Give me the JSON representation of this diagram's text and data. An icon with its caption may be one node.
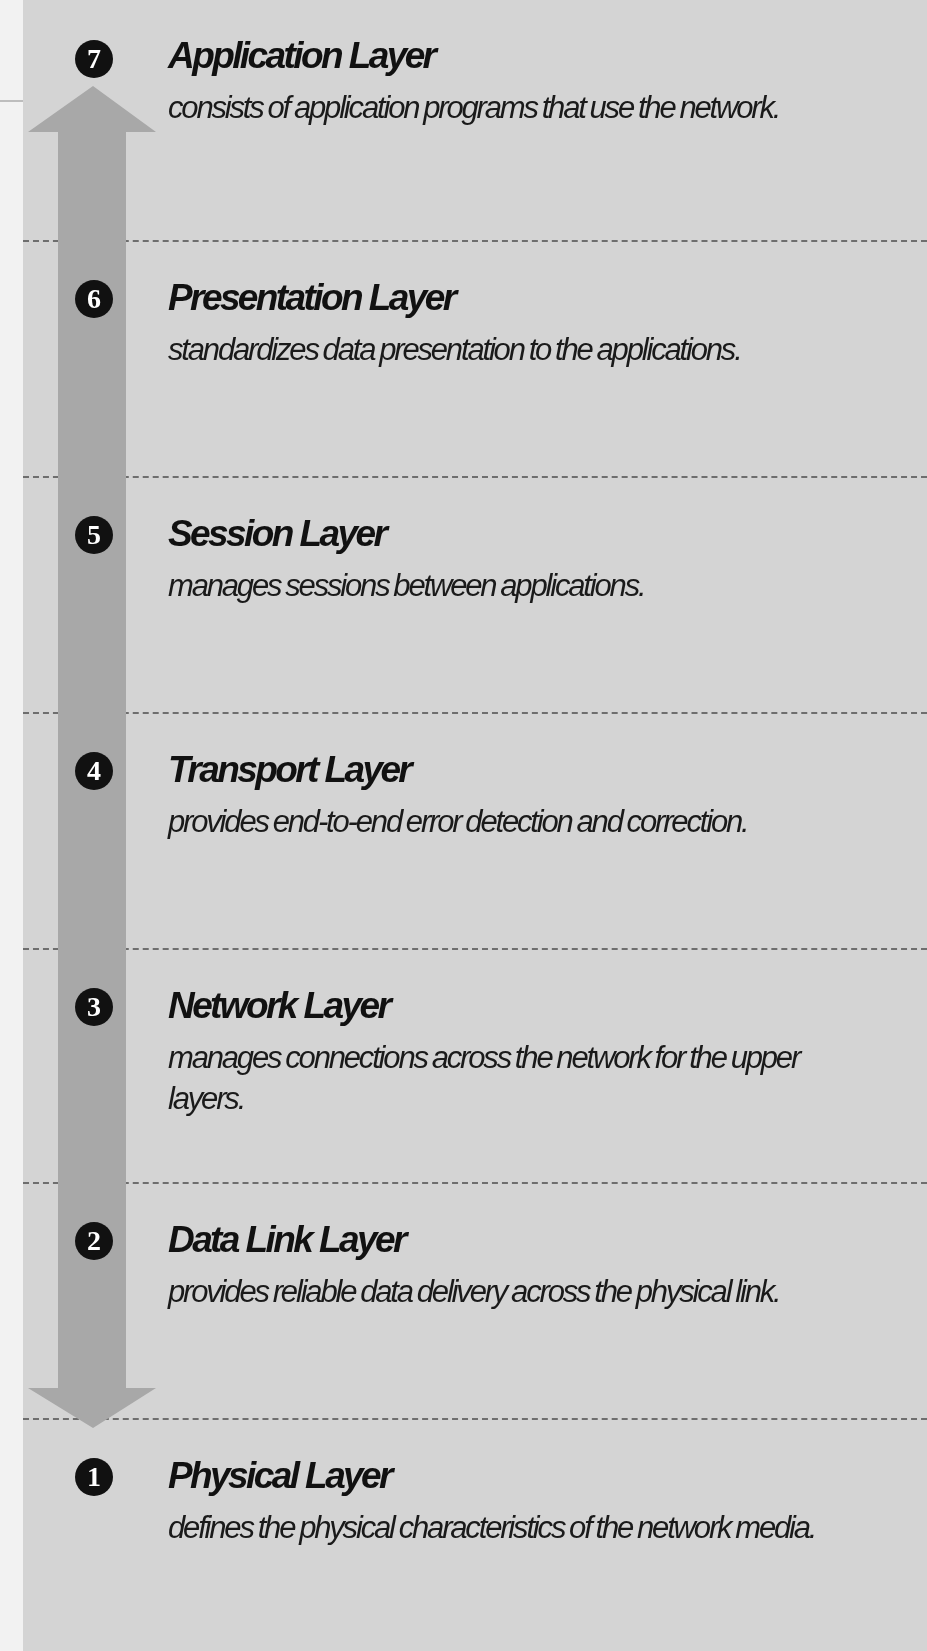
{
  "diagram": {
    "nodes": [
      {
        "text": [
          "7",
          "Application Layer",
          "consists of application programs that use the network."
        ]
      },
      {
        "text": [
          "6",
          "Presentation Layer",
          "standardizes data presentation to the applications."
        ]
      },
      {
        "text": [
          "5",
          "Session Layer",
          "manages sessions between applications."
        ]
      },
      {
        "text": [
          "4",
          "Transport Layer",
          "provides end-to-end error detection and correction."
        ]
      },
      {
        "text": [
          "3",
          "Network Layer",
          "manages connections across the network for the upper layers."
        ]
      },
      {
        "text": [
          "2",
          "Data Link Layer",
          "provides reliable data delivery across the physical link."
        ]
      },
      {
        "text": [
          "1",
          "Physical Layer",
          "defines the physical characteristics of the network media."
        ]
      }
    ]
  }
}
